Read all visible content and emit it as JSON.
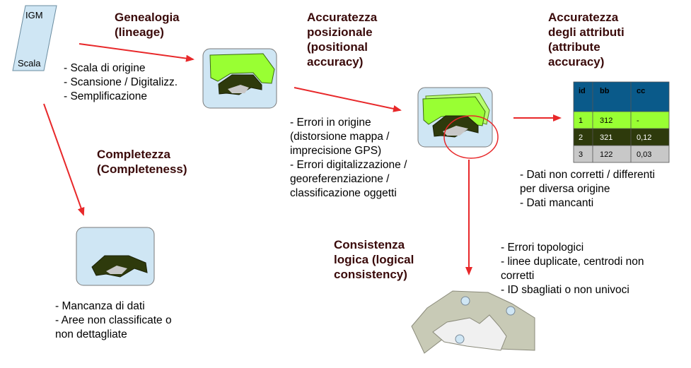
{
  "source": {
    "top": "IGM",
    "bottom": "Scala"
  },
  "lineage": {
    "title": "Genealogia\n(lineage)",
    "bullets": "- Scala di origine\n- Scansione / Digitalizz.\n- Semplificazione"
  },
  "positional": {
    "title": "Accuratezza\nposizionale\n(positional\naccuracy)",
    "bullets": "- Errori in origine\n(distorsione mappa /\nimprecisione GPS)\n- Errori digitalizzazione /\ngeoreferenziazione /\nclassificazione oggetti"
  },
  "attribute": {
    "title": "Accuratezza\ndegli attributi\n(attribute\naccuracy)",
    "bullets": "- Dati non corretti / differenti\nper diversa origine\n- Dati mancanti",
    "table": {
      "headers": [
        "id",
        "bb",
        "cc"
      ],
      "rows": [
        [
          "1",
          "312",
          "-"
        ],
        [
          "2",
          "321",
          "0,12"
        ],
        [
          "3",
          "122",
          "0,03"
        ]
      ]
    }
  },
  "completeness": {
    "title": "Completezza\n(Completeness)",
    "bullets": "- Mancanza di dati\n- Aree non classificate o\nnon dettagliate"
  },
  "logical": {
    "title": "Consistenza\nlogica (logical\nconsistency)",
    "bullets": "- Errori topologici\n- linee duplicate, centrodi non\ncorretti\n- ID sbagliati o non univoci"
  },
  "colors": {
    "arrow": "#e8282a",
    "title": "#3a0a0a",
    "light_green": "#99ff33",
    "dark_green": "#2e3a0c",
    "header_blue": "#0a5a8a",
    "panel_blue": "#cfe6f4",
    "grey": "#c8c8c8"
  }
}
